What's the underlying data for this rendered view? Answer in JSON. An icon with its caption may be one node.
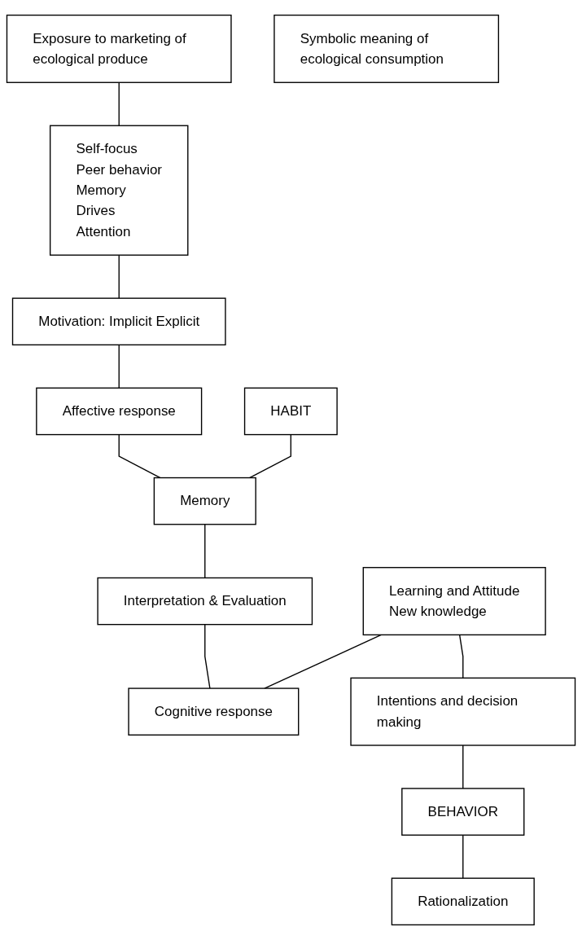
{
  "diagram": {
    "nodes": [
      {
        "text": [
          "Exposure to marketing of ecological produce"
        ]
      },
      {
        "text": [
          "Self-focus",
          "Peer behavior",
          "Memory",
          "Drives",
          "Attention"
        ]
      },
      {
        "text": [
          "Symbolic meaning of ecological consumption"
        ]
      },
      {
        "text": [
          "Motivation: Implicit Explicit"
        ]
      },
      {
        "text": [
          "HABIT"
        ]
      },
      {
        "text": [
          "Affective response"
        ]
      },
      {
        "text": [
          "Memory"
        ]
      },
      {
        "text": [
          "Interpretation & Evaluation"
        ]
      },
      {
        "text": [
          "Learning and Attitude",
          "New knowledge"
        ]
      },
      {
        "text": [
          "Cognitive response"
        ]
      },
      {
        "text": [
          "Intentions and decision making"
        ]
      },
      {
        "text": [
          "BEHAVIOR"
        ]
      },
      {
        "text": [
          "Rationalization"
        ]
      }
    ],
    "edges": [
      {
        "from": 0,
        "to": 1,
        "arrow": "none"
      },
      {
        "from": 1,
        "to": 3,
        "arrow": "none"
      },
      {
        "from": 3,
        "to": 5,
        "arrow": "none"
      },
      {
        "from": 5,
        "to": 6,
        "arrow": "none"
      },
      {
        "from": 4,
        "to": 6,
        "arrow": "none"
      },
      {
        "from": 6,
        "to": 7,
        "arrow": "none"
      },
      {
        "from": 7,
        "to": 9,
        "arrow": "none"
      },
      {
        "from": 8,
        "to": 9,
        "arrow": "none"
      },
      {
        "from": 8,
        "to": 10,
        "arrow": "none"
      },
      {
        "from": 10,
        "to": 11,
        "arrow": "none"
      },
      {
        "from": 11,
        "to": 12,
        "arrow": "none"
      }
    ]
  }
}
